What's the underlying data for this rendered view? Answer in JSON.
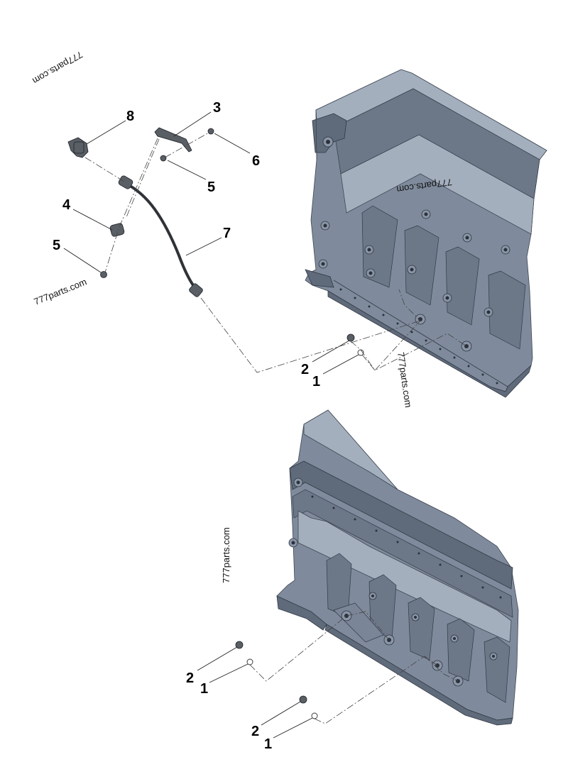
{
  "callouts": {
    "top_8": "8",
    "top_3": "3",
    "top_6": "6",
    "top_5a": "5",
    "top_4": "4",
    "top_5b": "5",
    "top_7": "7",
    "top_2": "2",
    "top_1": "1",
    "bot_2a": "2",
    "bot_1a": "1",
    "bot_2b": "2",
    "bot_1b": "1"
  },
  "watermarks": {
    "wm_top_left": "777parts.com",
    "wm_block_top": "777parts.com",
    "wm_left_mid": "777parts.com",
    "wm_vertical_mid": "777parts.com",
    "wm_vertical_bottom": "777parts.com"
  }
}
